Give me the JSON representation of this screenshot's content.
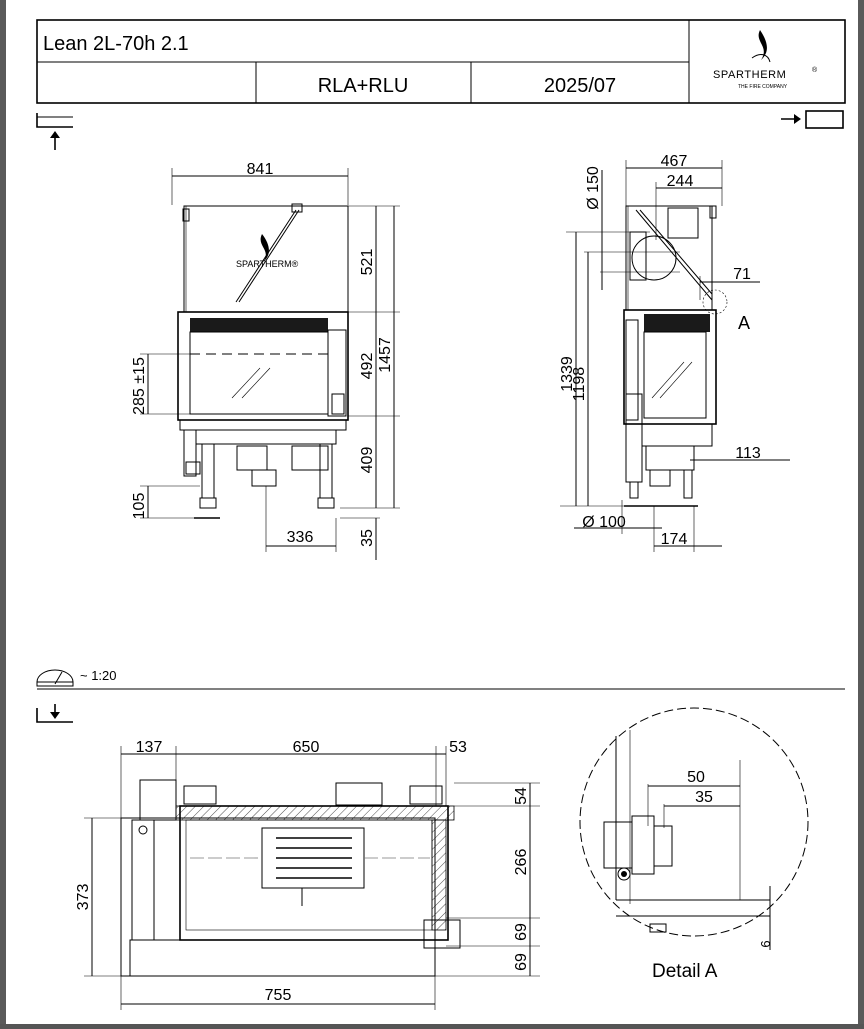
{
  "title_block": {
    "model": "Lean 2L-70h 2.1",
    "variant": "RLA+RLU",
    "date": "2025/07",
    "brand": "SPARTHERM",
    "brand_registered": "®",
    "tagline": "THE FIRE COMPANY"
  },
  "scale": "~ 1:20",
  "front_view": {
    "brand_label": "SPARTHERM®",
    "dims": {
      "width": "841",
      "top_height": "521",
      "glass_height": "492",
      "total_height": "1457",
      "base_height": "409",
      "door_offset": "285 ±15",
      "feet": "105",
      "floor": "35",
      "outlet_offset": "336"
    }
  },
  "side_view": {
    "detail_marker": "A",
    "dims": {
      "depth": "467",
      "flue_offset": "244",
      "flue_diameter": "Ø 150",
      "offset_71": "71",
      "height_1339": "1339",
      "height_1198": "1198",
      "offset_113": "113",
      "air_diameter": "Ø 100",
      "offset_174": "174"
    }
  },
  "plan_view": {
    "dims": {
      "left": "137",
      "inner_width": "650",
      "right": "53",
      "depth": "373",
      "total_width": "755",
      "r54": "54",
      "r266": "266",
      "r69a": "69",
      "r69b": "69"
    }
  },
  "detail_a": {
    "label": "Detail  A",
    "dims": {
      "d50": "50",
      "d35": "35",
      "d6": "6"
    }
  }
}
